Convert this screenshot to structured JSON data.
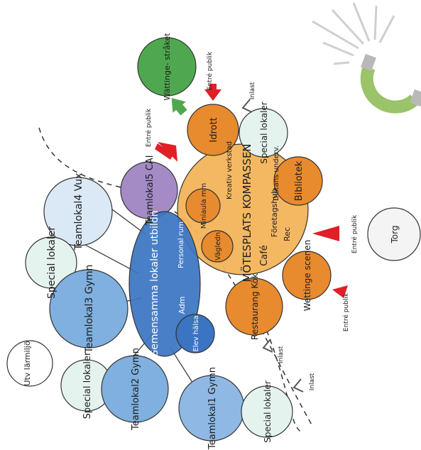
{
  "colors": {
    "light_blue": "#c9def0",
    "mid_blue": "#7fb0df",
    "dark_blue": "#3a74c2",
    "pale_teal": "#e5f3ee",
    "orange": "#e88a2e",
    "light_orange": "#f3b45a",
    "purple": "#a48bc6",
    "green": "#4fa84f",
    "red_arrow": "#e01f26",
    "grey_circle": "#f4f4f4"
  },
  "nodes": {
    "utv_larmiljo": "Utv lärmiljö",
    "teamlokal1": "Teamlokal1 Gymn",
    "teamlokal2": "Teamlokal2 Gymn",
    "teamlokal3": "Teamlokal3 Gymn",
    "teamlokal4": "Teamlokal4 Vux",
    "teamlokal5": "Teamlokal5 CAI",
    "special_1": "Special lokaler",
    "special_2": "Special lokaler",
    "special_3": "Special lokaler",
    "special_4": "Special lokaler",
    "gemensamma": "Gemensamma lokaler utbildn",
    "adm": "Adm",
    "personal_rum": "Personal rum",
    "elevhalsa": "Elev hälsa",
    "motesplats": "MÖTESPLATS KOMPASSEN",
    "miniaula": "Miniaula mm",
    "vagledn": "Vägledn",
    "kreativ_verkstad": "Kreativ verkstad",
    "foretagshub": "Företagshub",
    "cafe": "Café",
    "distans": "Distans underv.",
    "rec": "Rec",
    "idrott": "Idrott",
    "bibliotek": "Bibliotek",
    "wettinge_scenen": "Wettinge scenen",
    "restaurang": "Restaurang Kök",
    "wattingestraket": "Wättinge- stråket",
    "torg": "Torg"
  },
  "annotations": {
    "entre_publik": "Entré publik",
    "inlast": "Inlast"
  }
}
